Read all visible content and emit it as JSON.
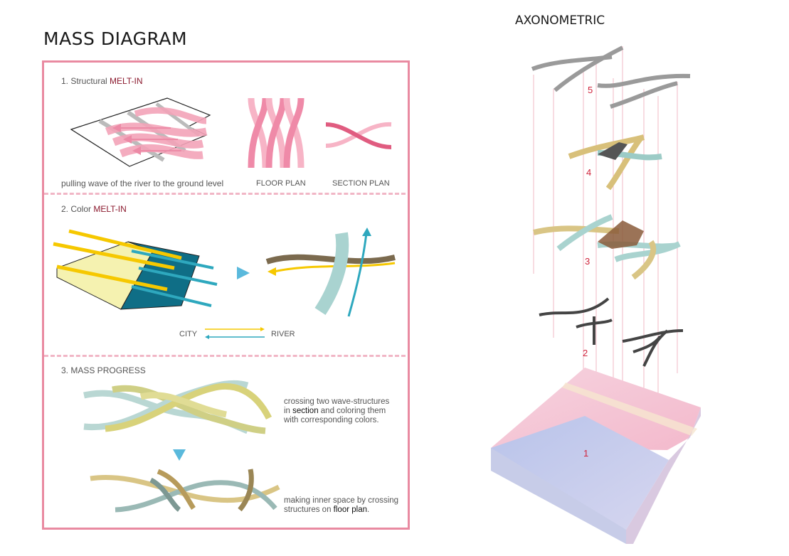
{
  "mass_diagram": {
    "title": "MASS DIAGRAM",
    "step1": {
      "prefix": "1. Structural ",
      "highlight": "MELT-IN",
      "caption": "pulling wave of the river to the ground level",
      "floor_plan": "FLOOR PLAN",
      "section_plan": "SECTION PLAN"
    },
    "step2": {
      "prefix": "2. Color ",
      "highlight": "MELT-IN",
      "legend_city": "CITY",
      "legend_river": "RIVER"
    },
    "step3": {
      "title": "3. MASS PROGRESS",
      "note1_a": "crossing two wave-structures",
      "note1_b_pre": "in ",
      "note1_b_hl": "section",
      "note1_b_post": " and coloring them",
      "note1_c": "with corresponding colors.",
      "note2_a": "making inner space by crossing",
      "note2_b_pre": "structures on ",
      "note2_b_hl": "floor plan",
      "note2_b_post": "."
    }
  },
  "axonometric": {
    "title": "AXONOMETRIC",
    "layers": [
      "5",
      "4",
      "3",
      "2",
      "1"
    ]
  },
  "colors": {
    "frame": "#e98aa1",
    "highlight": "#8b1a2e",
    "city": "#f2c200",
    "river": "#2ea8be",
    "layer_label": "#d0243c"
  }
}
